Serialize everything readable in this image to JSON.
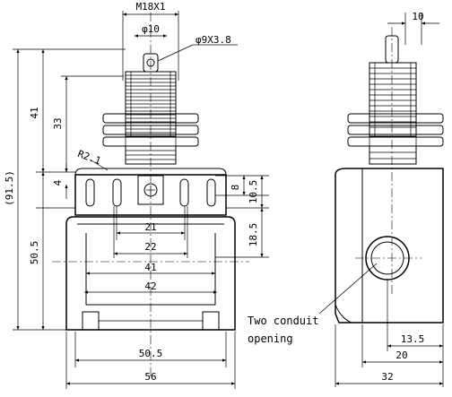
{
  "dimensions": {
    "thread": "M18X1",
    "shaft_diameter": "φ10",
    "roller": "φ9X3.8",
    "radius": "R2.1",
    "overall_height": "(91.5)",
    "height_41": "41",
    "height_33": "33",
    "height_50_5": "50.5",
    "dim_4": "4",
    "dim_8": "8",
    "dim_10_5": "10.5",
    "dim_18_5": "18.5",
    "width_21": "21",
    "width_22": "22",
    "width_41": "41",
    "width_42": "42",
    "width_50_5": "50.5",
    "width_56": "56",
    "side_top_10": "10",
    "side_13_5": "13.5",
    "side_20": "20",
    "side_32": "32"
  },
  "annotation": {
    "line1": "Two conduit",
    "line2": "opening"
  }
}
